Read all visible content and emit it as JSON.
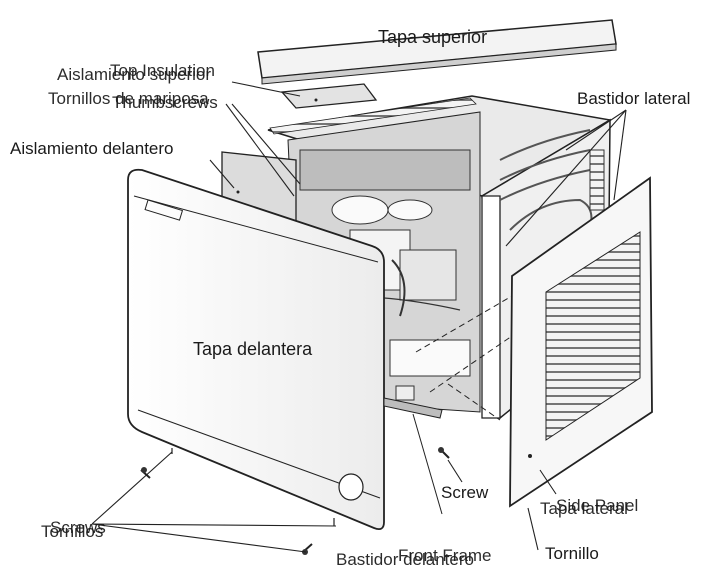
{
  "labels": {
    "top_cover": "Tapa superior",
    "top_insulation_en": "Top Insulation",
    "top_insulation_es": "Aislamiento superior",
    "thumbscrews_en": "Thumbscrews",
    "thumbscrews_es": "Tornillos de mariposa",
    "side_frame": "Bastidor lateral",
    "front_insulation": "Aislamiento delantero",
    "front_cover": "Tapa delantera",
    "screw_en": "Screw",
    "side_panel_en": "Side Panel",
    "side_panel_es": "Tapa lateral",
    "screws_en": "Screws",
    "screws_es": "Tornillos",
    "front_frame_en": "Front Frame",
    "front_frame_es": "Bastidor delantero",
    "screw_es": "Tornillo"
  }
}
